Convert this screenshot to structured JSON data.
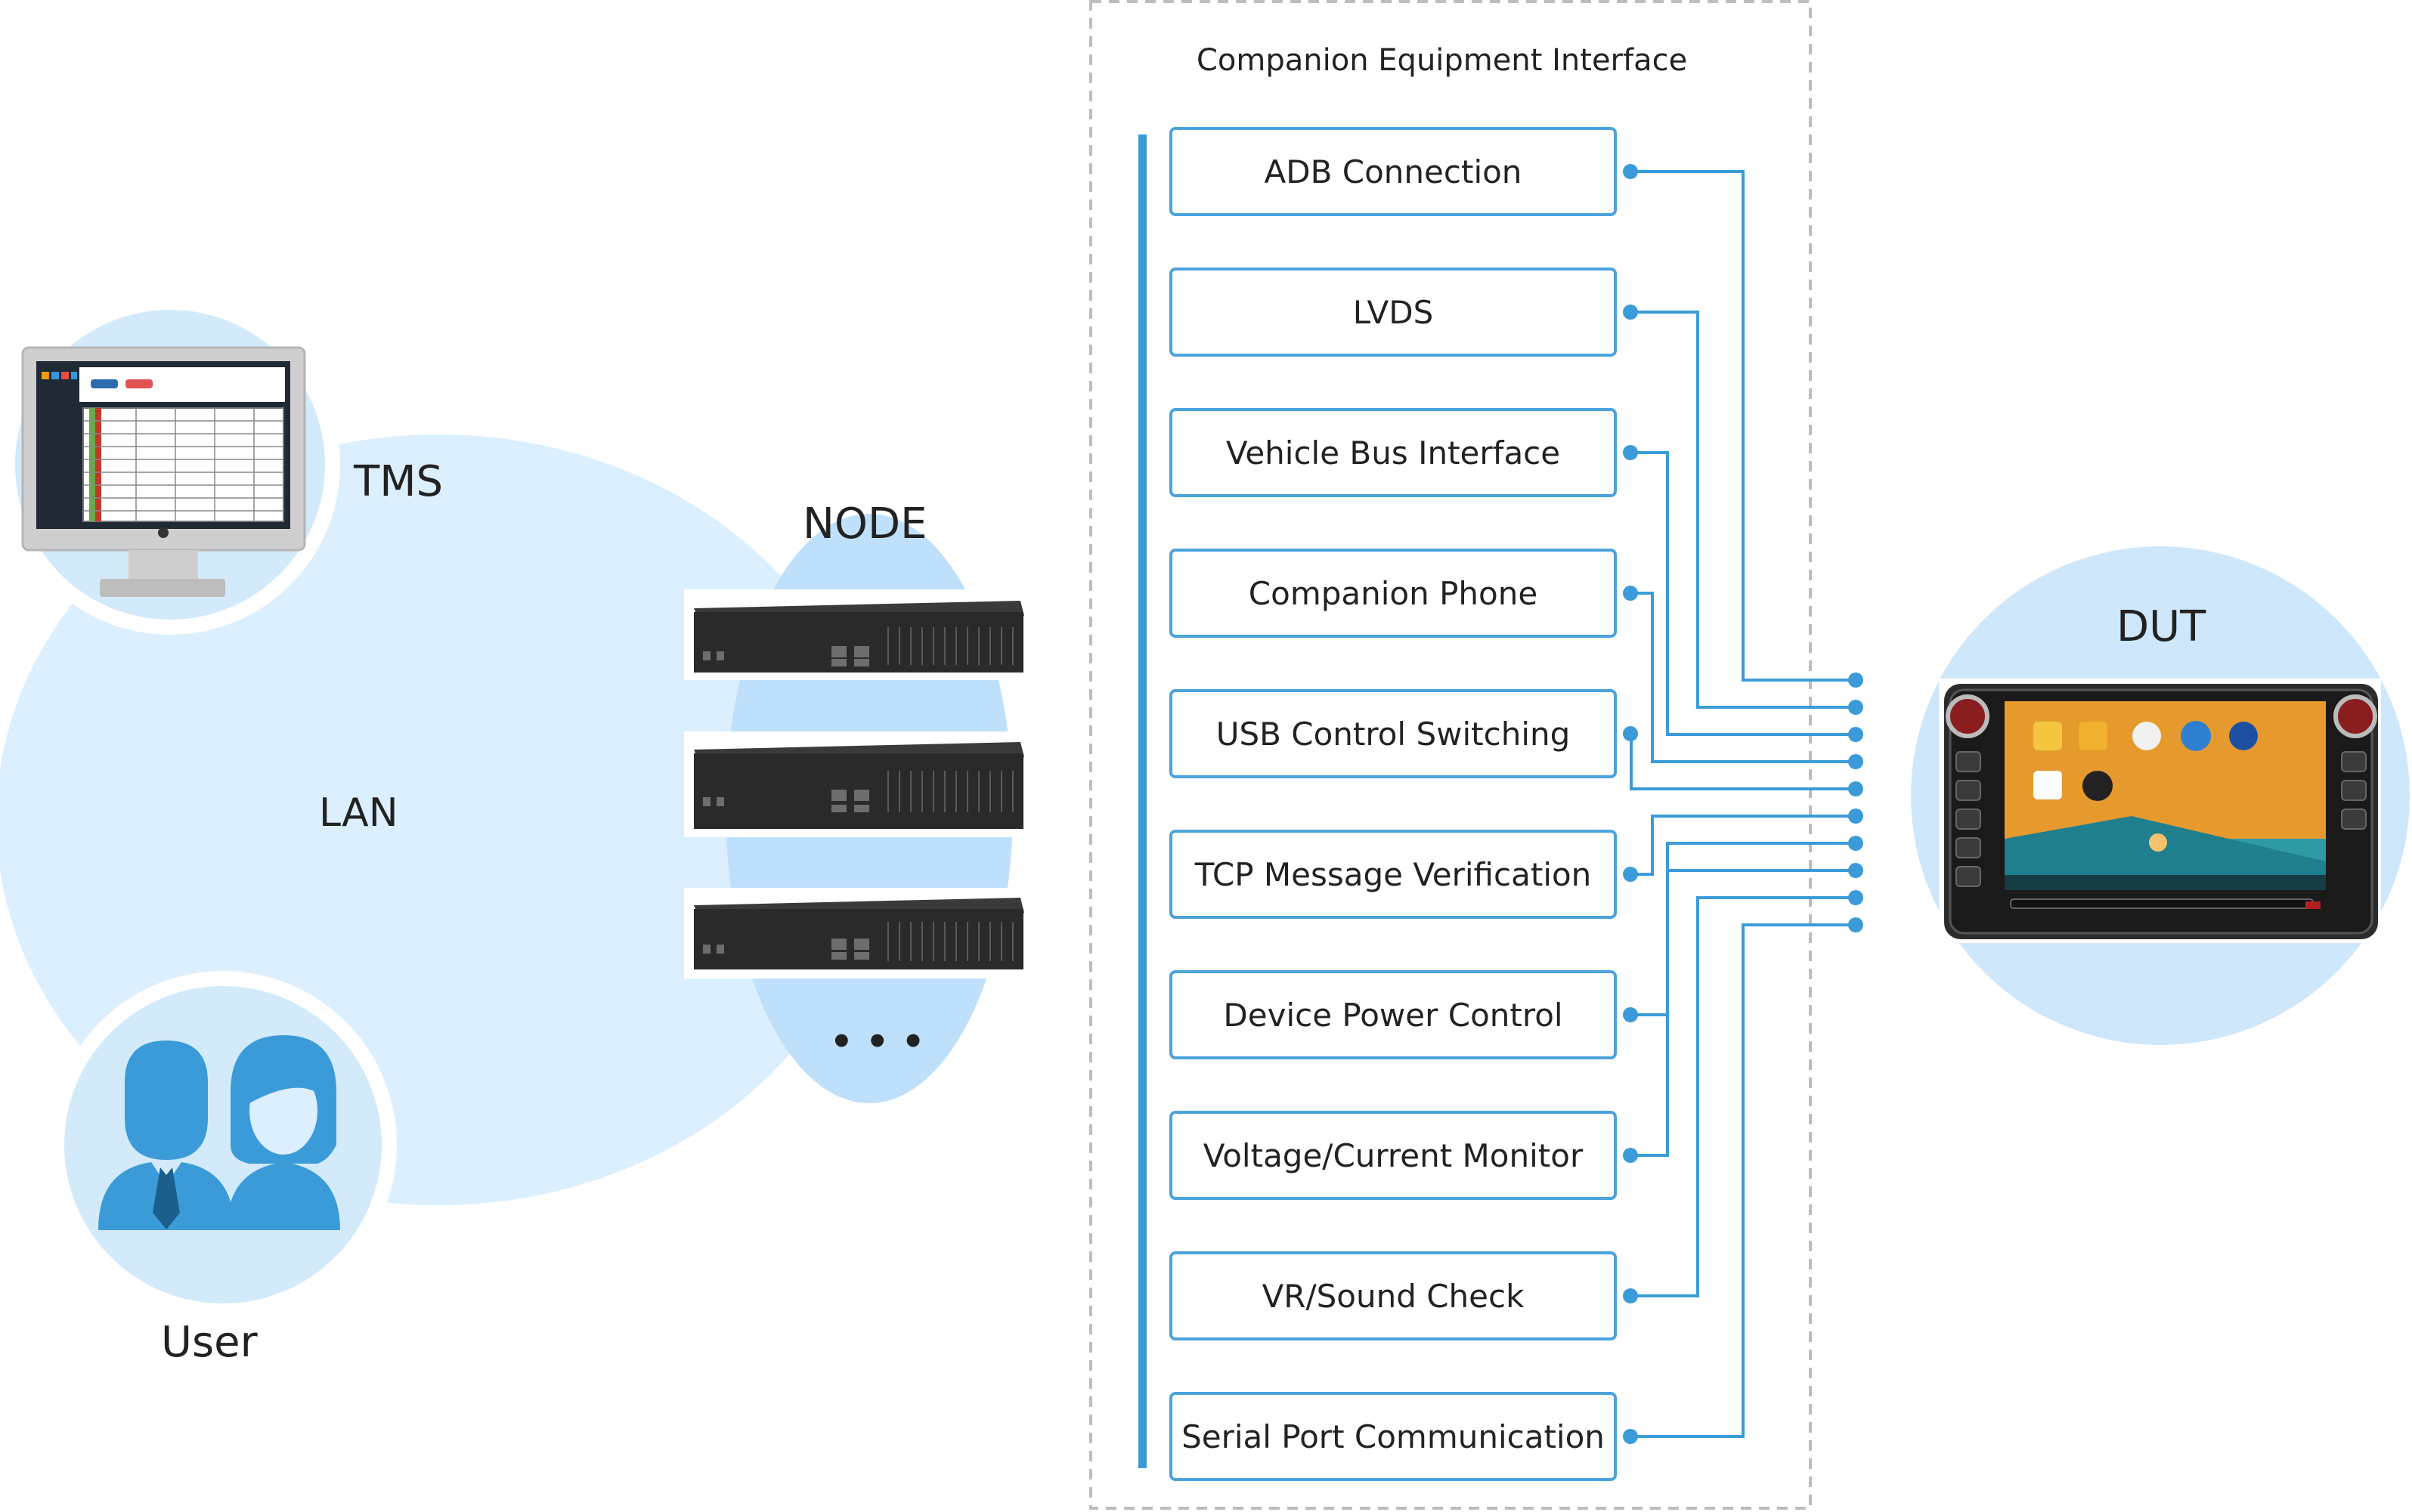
{
  "labels": {
    "tms": "TMS",
    "lan": "LAN",
    "node": "NODE",
    "node_more": "• • •",
    "user": "User",
    "dut": "DUT",
    "panel_title": "Companion Equipment Interface"
  },
  "interfaces": [
    "ADB Connection",
    "LVDS",
    "Vehicle Bus Interface",
    "Companion Phone",
    "USB Control Switching",
    "TCP Message Verification",
    "Device Power Control",
    "Voltage/Current Monitor",
    "VR/Sound Check",
    "Serial Port Communication"
  ],
  "colors": {
    "bubble": "#dcefff",
    "bubble_strong": "#bfe0fb",
    "accent": "#3b9bd9",
    "box_border": "#4aa3dd",
    "panel_border": "#bdbdbd",
    "text": "#222222",
    "server_body": "#2a2a2a"
  },
  "icons": {
    "tms": "monitor-icon",
    "node": "server-icon",
    "user": "users-icon",
    "dut": "car-head-unit-icon"
  }
}
